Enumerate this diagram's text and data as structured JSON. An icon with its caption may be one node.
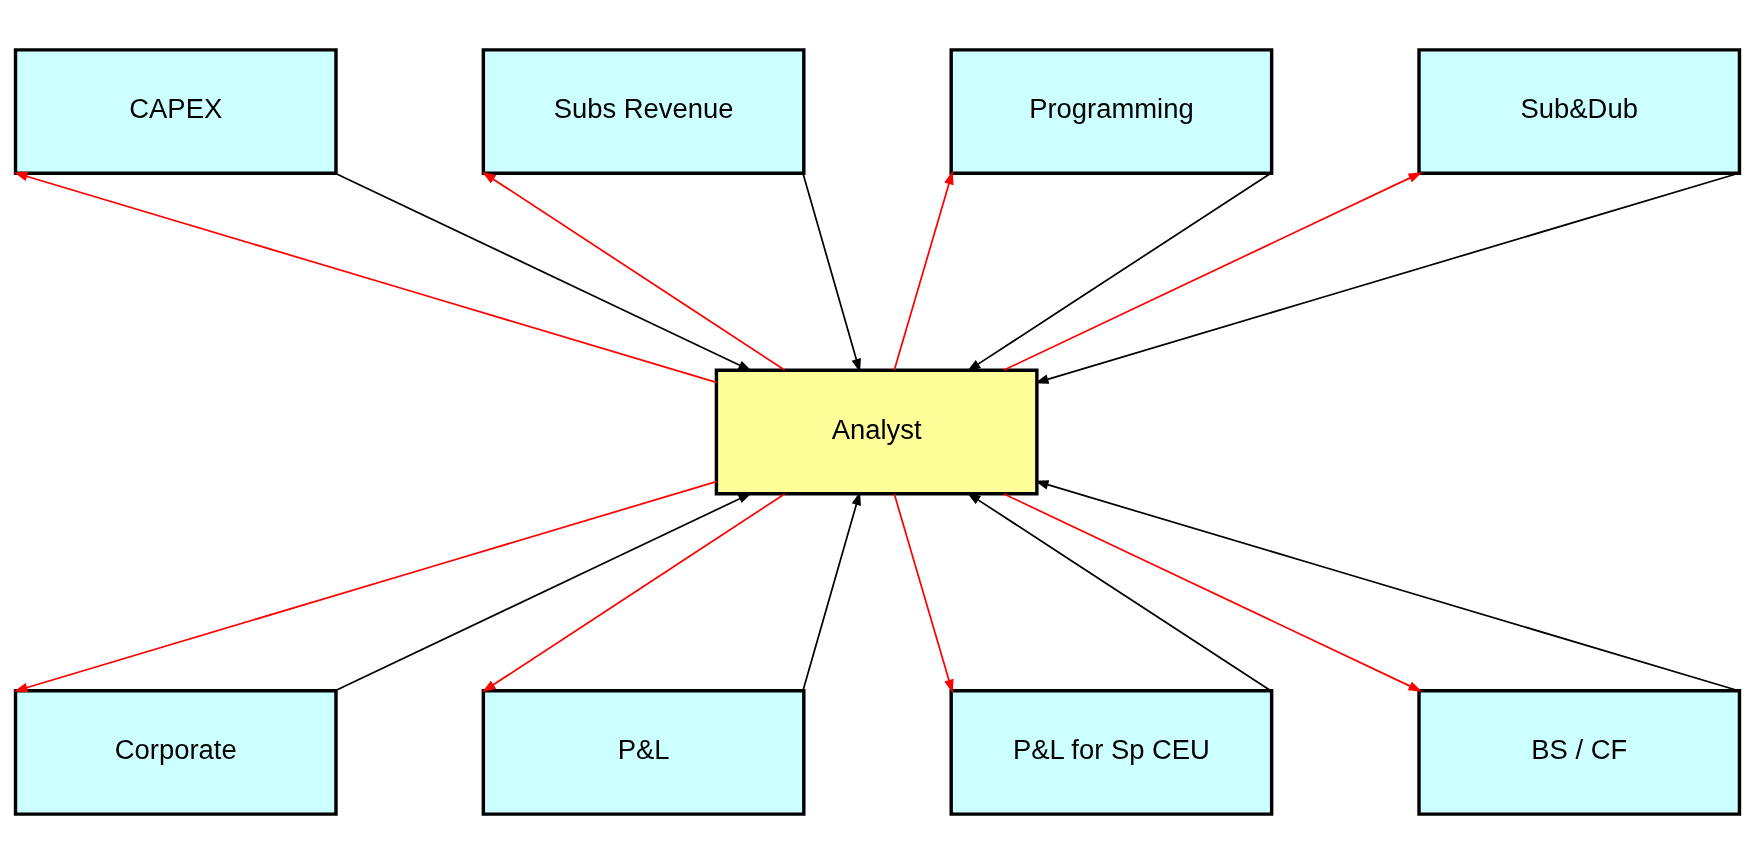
{
  "diagram": {
    "nodes": [
      {
        "text": [
          "CAPEX"
        ]
      },
      {
        "text": [
          "Subs Revenue"
        ]
      },
      {
        "text": [
          "Programming"
        ]
      },
      {
        "text": [
          "Sub&Dub"
        ]
      },
      {
        "text": [
          "Analyst"
        ]
      },
      {
        "text": [
          "Corporate"
        ]
      },
      {
        "text": [
          "P&L"
        ]
      },
      {
        "text": [
          "P&L for Sp CEU"
        ]
      },
      {
        "text": [
          "BS / CF"
        ]
      }
    ],
    "edges": [
      {
        "from": 0,
        "to": 4,
        "arrow": "to"
      },
      {
        "from": 4,
        "to": 0,
        "arrow": "to",
        "color": "#ff0000"
      },
      {
        "from": 1,
        "to": 4,
        "arrow": "to"
      },
      {
        "from": 4,
        "to": 1,
        "arrow": "to",
        "color": "#ff0000"
      },
      {
        "from": 2,
        "to": 4,
        "arrow": "to"
      },
      {
        "from": 4,
        "to": 2,
        "arrow": "to",
        "color": "#ff0000"
      },
      {
        "from": 3,
        "to": 4,
        "arrow": "to"
      },
      {
        "from": 4,
        "to": 3,
        "arrow": "to",
        "color": "#ff0000"
      },
      {
        "from": 4,
        "to": 5,
        "arrow": "to",
        "color": "#ff0000"
      },
      {
        "from": 5,
        "to": 4,
        "arrow": "to"
      },
      {
        "from": 4,
        "to": 6,
        "arrow": "to",
        "color": "#ff0000"
      },
      {
        "from": 6,
        "to": 4,
        "arrow": "to"
      },
      {
        "from": 4,
        "to": 7,
        "arrow": "to",
        "color": "#ff0000"
      },
      {
        "from": 7,
        "to": 4,
        "arrow": "to"
      },
      {
        "from": 4,
        "to": 8,
        "arrow": "to",
        "color": "#ff0000"
      },
      {
        "from": 8,
        "to": 4,
        "arrow": "to"
      }
    ]
  }
}
